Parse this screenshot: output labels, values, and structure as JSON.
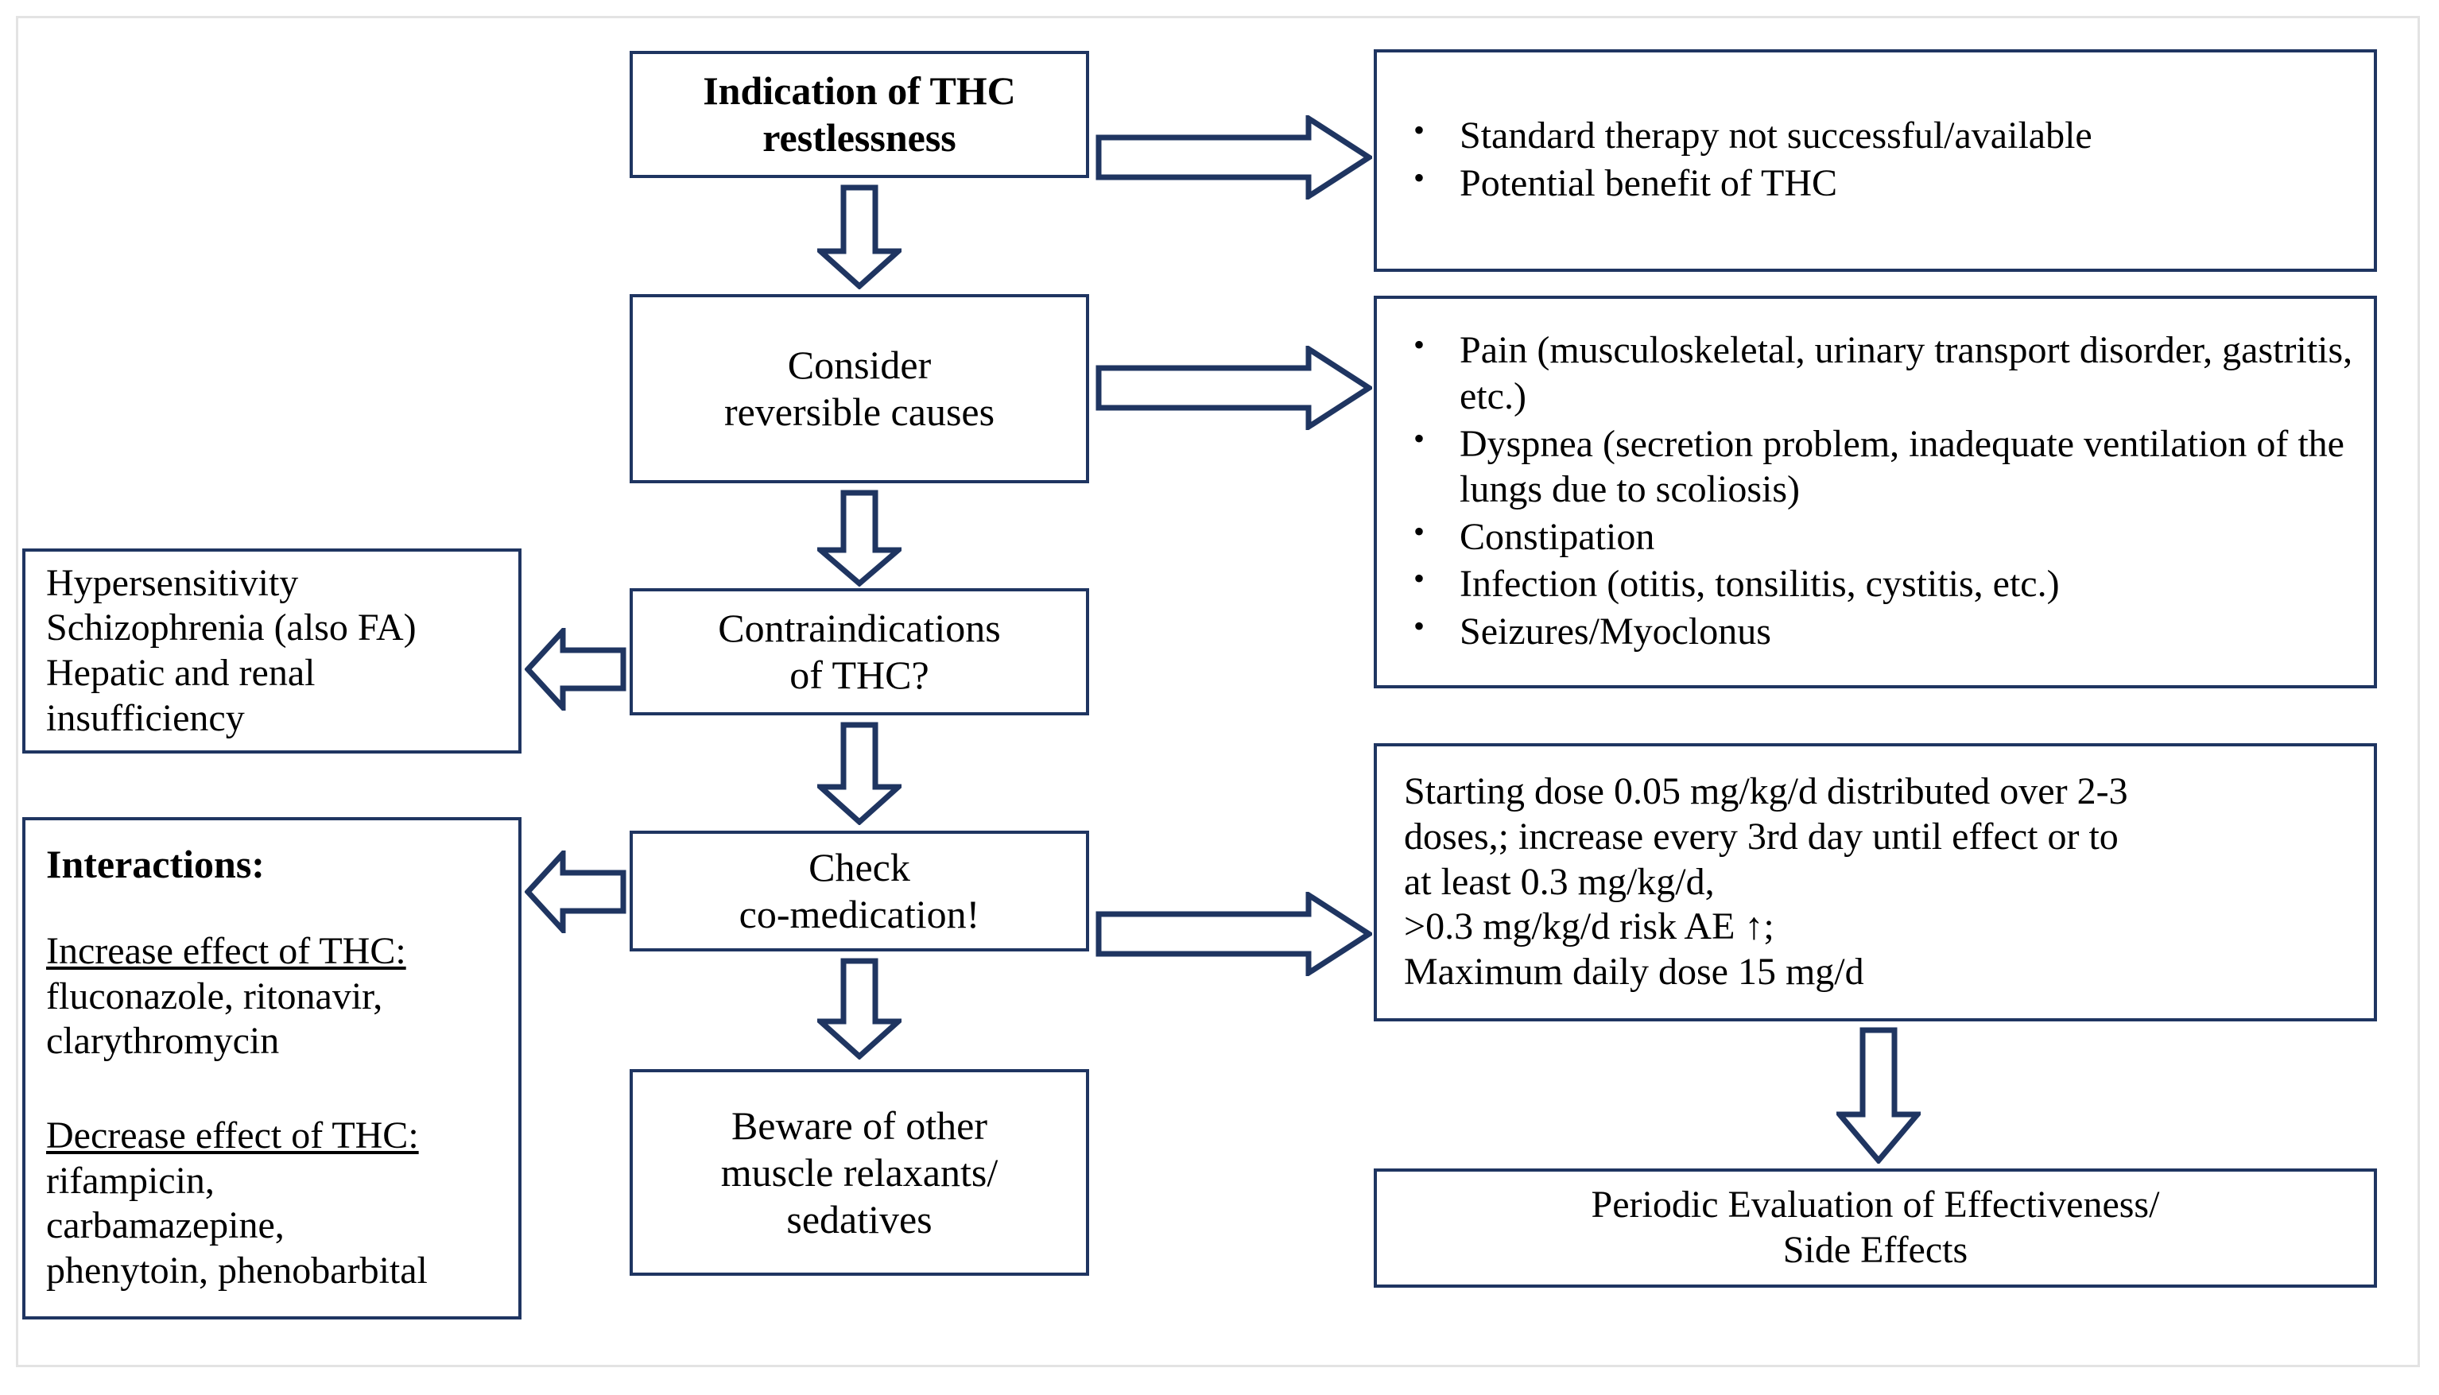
{
  "diagram": {
    "title": "THC (dronabinol) treatment algorithm for restlessness",
    "accent_color": "#1F3561",
    "frame_color": "#E3E3E3",
    "background": "#FFFFFF"
  },
  "nodes": {
    "indication": {
      "line1": "Indication of THC",
      "line2": "restlessness"
    },
    "indication_details": {
      "bullets": [
        "Standard therapy not successful/available",
        "Potential benefit of THC"
      ]
    },
    "consider_causes": {
      "line1": "Consider",
      "line2": "reversible causes"
    },
    "causes_details": {
      "bullets": [
        "Pain (musculoskeletal, urinary transport disorder, gastritis, etc.)",
        "Dyspnea (secretion problem, inadequate ventilation of the lungs due to scoliosis)",
        "Constipation",
        "Infection (otitis, tonsilitis, cystitis, etc.)",
        "Seizures/Myoclonus"
      ]
    },
    "contraindications": {
      "line1": "Contraindications",
      "line2": "of THC?"
    },
    "contraindications_details": {
      "lines": [
        "Hypersensitivity",
        "Schizophrenia (also FA)",
        "Hepatic and renal",
        "insufficiency"
      ]
    },
    "check_comedication": {
      "line1": "Check",
      "line2": "co-medication!"
    },
    "interactions": {
      "heading": "Interactions:",
      "increase_heading": "Increase effect of THC:",
      "increase_lines": [
        "fluconazole, ritonavir,",
        "clarythromycin"
      ],
      "decrease_heading": "Decrease effect of THC:",
      "decrease_lines": [
        "rifampicin,",
        "carbamazepine,",
        "phenytoin, phenobarbital"
      ]
    },
    "dosing": {
      "lines": [
        "Starting dose 0.05 mg/kg/d distributed over 2-3",
        "doses,; increase every 3rd day until effect or to",
        "at least 0.3 mg/kg/d,",
        ">0.3 mg/kg/d risk AE ↑;",
        "Maximum daily dose 15 mg/d"
      ]
    },
    "beware": {
      "line1": "Beware of other",
      "line2": "muscle relaxants/",
      "line3": "sedatives"
    },
    "periodic_evaluation": {
      "line1": "Periodic Evaluation of Effectiveness/",
      "line2": "Side Effects"
    }
  },
  "connectors": [
    {
      "id": "indication-to-details",
      "direction": "right"
    },
    {
      "id": "indication-to-consider",
      "direction": "down"
    },
    {
      "id": "consider-to-causes",
      "direction": "right"
    },
    {
      "id": "consider-to-contraindications",
      "direction": "down"
    },
    {
      "id": "contraindications-to-details",
      "direction": "left"
    },
    {
      "id": "contraindications-to-check",
      "direction": "down"
    },
    {
      "id": "check-to-interactions",
      "direction": "left"
    },
    {
      "id": "check-to-dosing",
      "direction": "right"
    },
    {
      "id": "check-to-beware",
      "direction": "down"
    },
    {
      "id": "dosing-to-evaluation",
      "direction": "down"
    }
  ]
}
